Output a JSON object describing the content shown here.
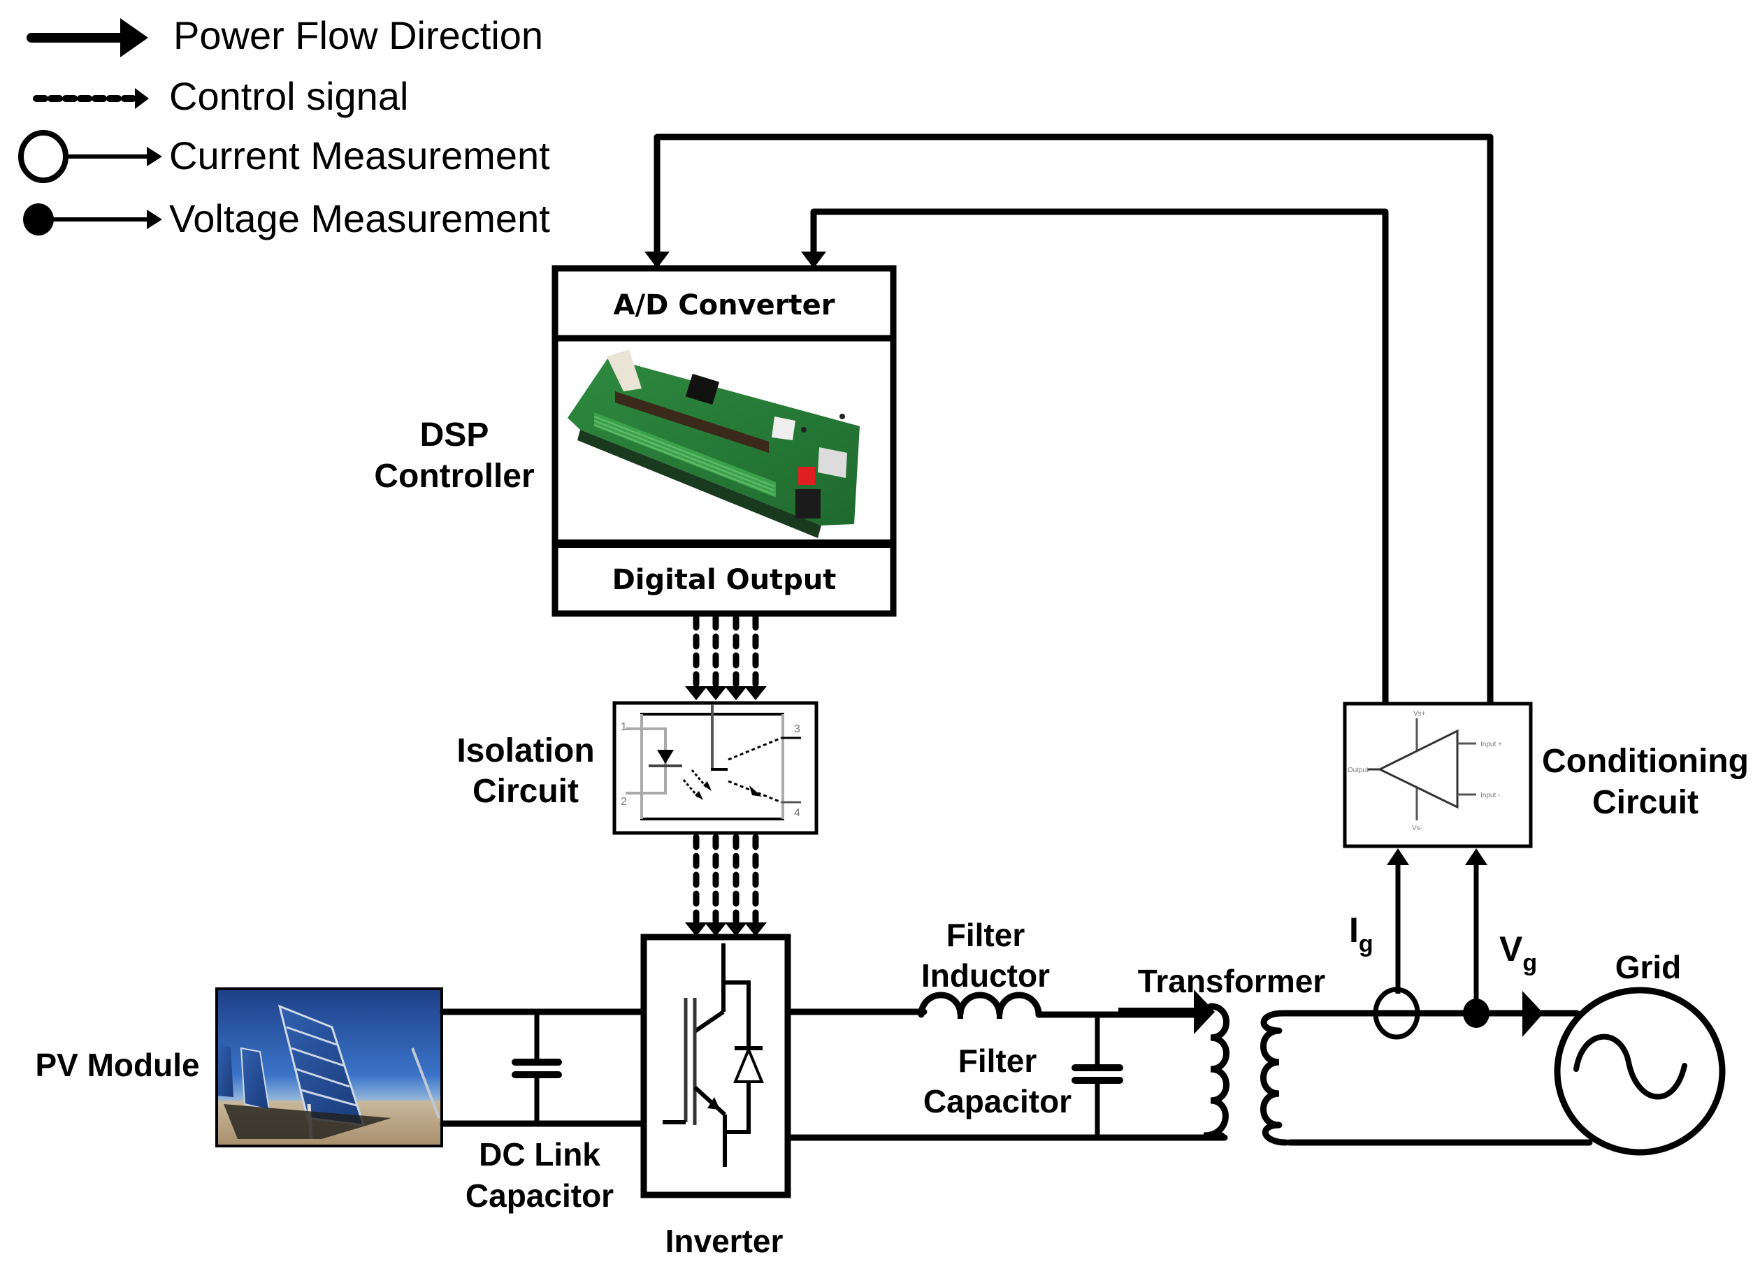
{
  "legend": {
    "items": [
      {
        "icon": "solid-arrow",
        "label": "Power Flow Direction"
      },
      {
        "icon": "dashed-arrow",
        "label": "Control signal"
      },
      {
        "icon": "open-circle-arrow",
        "label": "Current Measurement"
      },
      {
        "icon": "filled-circle-arrow",
        "label": "Voltage Measurement"
      }
    ]
  },
  "dsp": {
    "label_line1": "DSP",
    "label_line2": "Controller",
    "top_section": "A/D Converter",
    "bottom_section": "Digital Output",
    "image": "dsp-board-photo"
  },
  "isolation": {
    "label_line1": "Isolation",
    "label_line2": "Circuit",
    "pins": [
      "1",
      "2",
      "3",
      "4"
    ]
  },
  "conditioning": {
    "label_line1": "Conditioning",
    "label_line2": "Circuit",
    "opamp_labels": [
      "Vs+",
      "Vs-",
      "Output",
      "Input +",
      "Input -"
    ]
  },
  "pv": {
    "label": "PV Module",
    "image": "solar-panel-photo"
  },
  "dc_link": {
    "label_line1": "DC Link",
    "label_line2": "Capacitor"
  },
  "inverter": {
    "label": "Inverter"
  },
  "filter_inductor": {
    "label_line1": "Filter",
    "label_line2": "Inductor"
  },
  "filter_capacitor": {
    "label_line1": "Filter",
    "label_line2": "Capacitor"
  },
  "transformer": {
    "label": "Transformer"
  },
  "measurements": {
    "current": {
      "symbol": "I",
      "subscript": "g"
    },
    "voltage": {
      "symbol": "V",
      "subscript": "g"
    }
  },
  "grid": {
    "label": "Grid"
  },
  "control_lines": {
    "count": 4
  }
}
